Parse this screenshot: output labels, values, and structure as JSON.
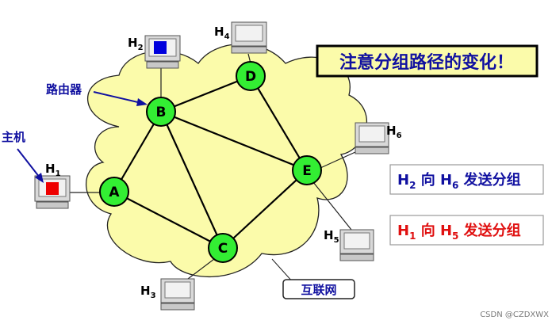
{
  "title": "注意分组路径的变化！",
  "labels": {
    "router": "路由器",
    "host": "主机",
    "internet": "互联网"
  },
  "nodes": [
    {
      "id": "A",
      "label": "A"
    },
    {
      "id": "B",
      "label": "B"
    },
    {
      "id": "C",
      "label": "C"
    },
    {
      "id": "D",
      "label": "D"
    },
    {
      "id": "E",
      "label": "E"
    }
  ],
  "hosts": [
    {
      "id": "H1",
      "main": "H",
      "sub": "1",
      "screen": "red"
    },
    {
      "id": "H2",
      "main": "H",
      "sub": "2",
      "screen": "blue"
    },
    {
      "id": "H3",
      "main": "H",
      "sub": "3",
      "screen": "blank"
    },
    {
      "id": "H4",
      "main": "H",
      "sub": "4",
      "screen": "blank"
    },
    {
      "id": "H5",
      "main": "H",
      "sub": "5",
      "screen": "blank"
    },
    {
      "id": "H6",
      "main": "H",
      "sub": "6",
      "screen": "blank"
    }
  ],
  "flows": [
    {
      "pre": "H",
      "from": "2",
      "mid": " 向 H",
      "to": "6",
      "post": " 发送分组",
      "color": "#1010a0"
    },
    {
      "pre": "H",
      "from": "1",
      "mid": " 向 H",
      "to": "5",
      "post": " 发送分组",
      "color": "#e01010"
    }
  ],
  "watermark": "CSDN @CZDXWX",
  "colors": {
    "cloud": "#fbfbaa",
    "node": "#33ee33",
    "title_bg": "#fbfbaa",
    "title_text": "#1010a0",
    "red_screen": "#ee0000",
    "blue_screen": "#0000dd"
  }
}
